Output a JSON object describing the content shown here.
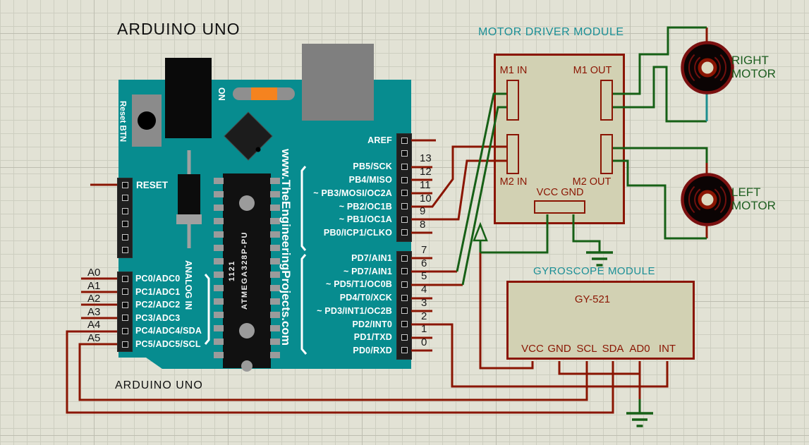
{
  "colors": {
    "background": "#e2e2d5",
    "board_teal": "#078c8f",
    "wire_red": "#8a1502",
    "wire_green": "#166016",
    "wire_teal": "#1d8f8f",
    "module_fill": "#d2d1b3",
    "module_border": "#8a1502",
    "title_teal": "#1b8f96",
    "motor_text_green": "#1d5e20",
    "led_orange": "#f5831f"
  },
  "titles": {
    "arduino_top": "ARDUINO UNO",
    "arduino_bottom": "ARDUINO UNO"
  },
  "watermark": "www.TheEngineeringProjects.com",
  "board": {
    "reset_button_label": "Reset BTN",
    "on_label": "ON",
    "reset_pin_label": "RESET",
    "analog_in_label": "ANALOG IN",
    "chip_marking_line1": "1121",
    "chip_marking_line2": "ATMEGA328P-PU"
  },
  "pins": {
    "digital_top": {
      "labels": [
        "AREF",
        "",
        "PB5/SCK",
        "PB4/MISO",
        "~ PB3/MOSI/OC2A",
        "~ PB2/OC1B",
        "~ PB1/OC1A",
        "PB0/ICP1/CLKO"
      ],
      "numbers": [
        "",
        "",
        "13",
        "12",
        "11",
        "10",
        "9",
        "8"
      ]
    },
    "digital_bottom": {
      "labels": [
        "PD7/AIN1",
        "~ PD7/AIN1",
        "~ PD5/T1/OC0B",
        "PD4/T0/XCK",
        "~ PD3/INT1/OC2B",
        "PD2/INT0",
        "PD1/TXD",
        "PD0/RXD"
      ],
      "numbers": [
        "7",
        "6",
        "5",
        "4",
        "3",
        "2",
        "1",
        "0"
      ]
    },
    "analog": {
      "labels": [
        "PC0/ADC0",
        "PC1/ADC1",
        "PC2/ADC2",
        "PC3/ADC3",
        "PC4/ADC4/SDA",
        "PC5/ADC5/SCL"
      ],
      "aliases": [
        "A0",
        "A1",
        "A2",
        "A3",
        "A4",
        "A5"
      ]
    }
  },
  "motor_driver": {
    "title": "MOTOR DRIVER MODULE",
    "m1_in": "M1 IN",
    "m1_out": "M1 OUT",
    "m2_in": "M2 IN",
    "m2_out": "M2 OUT",
    "vcc_gnd": "VCC GND"
  },
  "gyroscope": {
    "title": "GYROSCOPE MODULE",
    "chip_label": "GY-521",
    "pin_labels": [
      "VCC",
      "GND",
      "SCL",
      "SDA",
      "AD0",
      "INT"
    ]
  },
  "motors": {
    "right": {
      "line1": "RIGHT",
      "line2": "MOTOR"
    },
    "left": {
      "line1": "LEFT",
      "line2": "MOTOR"
    }
  }
}
